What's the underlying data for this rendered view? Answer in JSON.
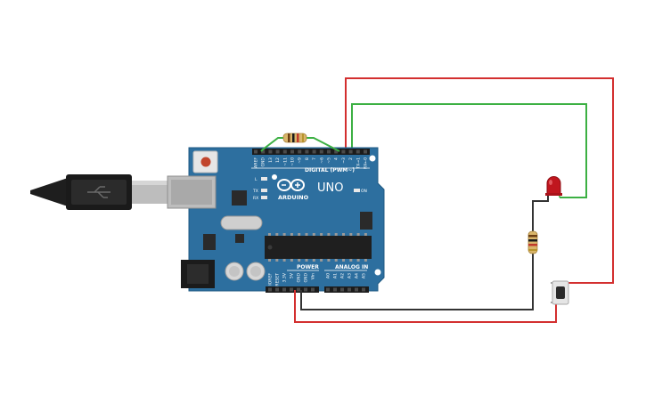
{
  "board": {
    "brand": "ARDUINO",
    "model": "UNO",
    "digital_header": "DIGITAL (PWM~)",
    "power_header": "POWER",
    "analog_header": "ANALOG IN",
    "on_label": "ON",
    "l_label": "L",
    "tx_label": "TX",
    "rx_label": "RX",
    "digital_pins": [
      "AREF",
      "GND",
      "13",
      "12",
      "~11",
      "~10",
      "~9",
      "8",
      "7",
      "~6",
      "~5",
      "4",
      "~3",
      "2",
      "TX→1",
      "RX←0"
    ],
    "power_pins": [
      "IOREF",
      "RESET",
      "3.3V",
      "5V",
      "GND",
      "GND",
      "Vin"
    ],
    "analog_pins": [
      "A0",
      "A1",
      "A2",
      "A3",
      "A4",
      "A5"
    ]
  },
  "colors": {
    "board": "#2d6f9f",
    "wire_red": "#d32f2f",
    "wire_green": "#3cb043",
    "wire_black": "#333333",
    "led": "#c0161e"
  },
  "components": {
    "usb_cable": "usb-cable",
    "resistor_top": "resistor",
    "resistor_right": "resistor",
    "led": "led",
    "pushbutton": "pushbutton"
  }
}
